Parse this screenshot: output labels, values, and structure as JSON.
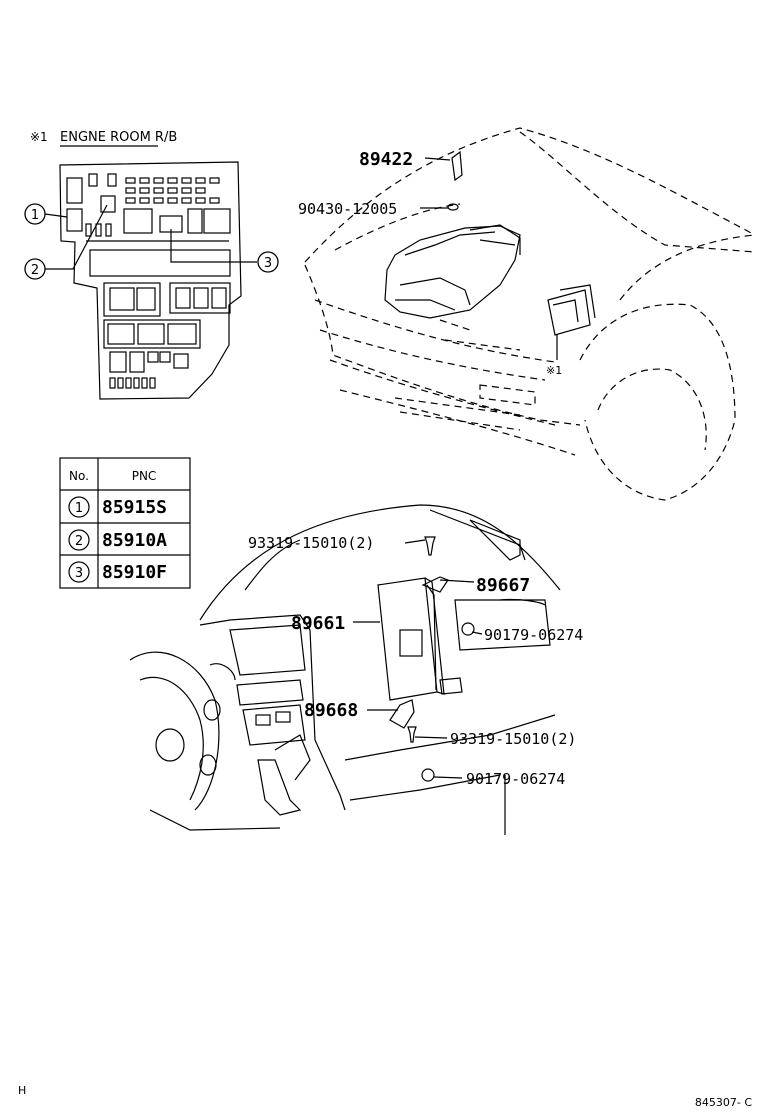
{
  "fuse_box_title": {
    "marker": "※1",
    "text": "ENGNE ROOM R/B"
  },
  "fuse_box_callouts": [
    "1",
    "2",
    "3"
  ],
  "engine_parts": {
    "p89422": "89422",
    "p90430": "90430-12005",
    "marker": "※1"
  },
  "pnc_table": {
    "headers": [
      "No.",
      "PNC"
    ],
    "rows": [
      {
        "no": "1",
        "pnc": "85915S"
      },
      {
        "no": "2",
        "pnc": "85910A"
      },
      {
        "no": "3",
        "pnc": "85910F"
      }
    ]
  },
  "ecu_parts": {
    "bolt_upper": "93319-15010(2)",
    "bracket_upper": "89667",
    "ecu": "89661",
    "nut_upper": "90179-06274",
    "bracket_lower": "89668",
    "bolt_lower": "93319-15010(2)",
    "nut_lower": "90179-06274"
  },
  "footer": {
    "left": "H",
    "right": "845307- C"
  }
}
